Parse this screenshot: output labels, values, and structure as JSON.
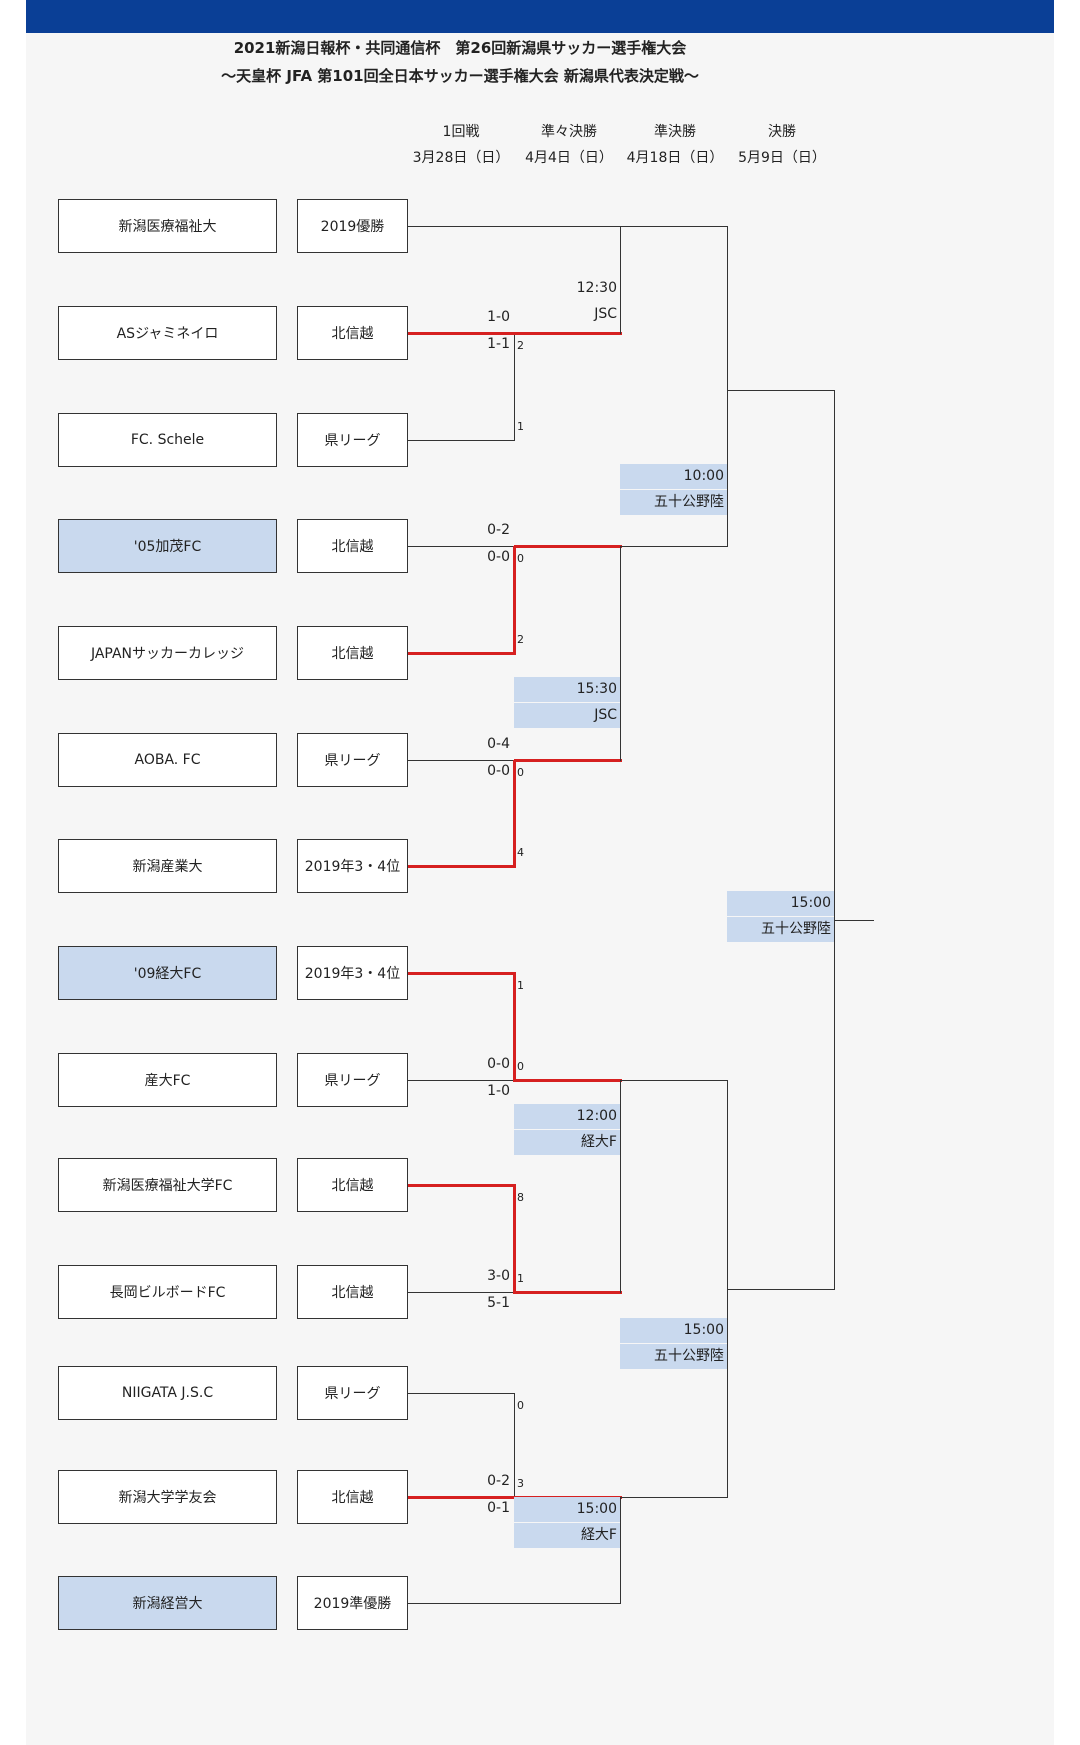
{
  "title_line1": "2021新潟日報杯・共同通信杯　第26回新潟県サッカー選手権大会",
  "title_line2": "～天皇杯 JFA 第101回全日本サッカー選手権大会 新潟県代表決定戦～",
  "rounds": [
    {
      "name": "1回戦",
      "date": "3月28日（日）"
    },
    {
      "name": "準々決勝",
      "date": "4月4日（日）"
    },
    {
      "name": "準決勝",
      "date": "4月18日（日）"
    },
    {
      "name": "決勝",
      "date": "5月9日（日）"
    }
  ],
  "teams": [
    {
      "name": "新潟医療福祉大",
      "qualifier": "2019優勝",
      "highlight": false
    },
    {
      "name": "ASジャミネイロ",
      "qualifier": "北信越",
      "highlight": false
    },
    {
      "name": "FC. Schele",
      "qualifier": "県リーグ",
      "highlight": false
    },
    {
      "name": "'05加茂FC",
      "qualifier": "北信越",
      "highlight": true
    },
    {
      "name": "JAPANサッカーカレッジ",
      "qualifier": "北信越",
      "highlight": false
    },
    {
      "name": "AOBA. FC",
      "qualifier": "県リーグ",
      "highlight": false
    },
    {
      "name": "新潟産業大",
      "qualifier": "2019年3・4位",
      "highlight": false
    },
    {
      "name": "'09経大FC",
      "qualifier": "2019年3・4位",
      "highlight": true
    },
    {
      "name": "産大FC",
      "qualifier": "県リーグ",
      "highlight": false
    },
    {
      "name": "新潟医療福祉大学FC",
      "qualifier": "北信越",
      "highlight": false
    },
    {
      "name": "長岡ビルボードFC",
      "qualifier": "北信越",
      "highlight": false
    },
    {
      "name": "NIIGATA J.S.C",
      "qualifier": "県リーグ",
      "highlight": false
    },
    {
      "name": "新潟大学学友会",
      "qualifier": "北信越",
      "highlight": false
    },
    {
      "name": "新潟経営大",
      "qualifier": "2019準優勝",
      "highlight": true
    }
  ],
  "first_round": [
    {
      "half1": "1-0",
      "half2": "1-1",
      "pk_top": "2",
      "pk_bottom": "1"
    },
    {
      "half1": "0-2",
      "half2": "0-0",
      "pk_top": "0",
      "pk_bottom": "2"
    },
    {
      "half1": "0-4",
      "half2": "0-0",
      "pk_top": "0",
      "pk_bottom": "4"
    },
    {
      "half1": "0-0",
      "half2": "1-0",
      "pk_top": "1",
      "pk_bottom": "0"
    },
    {
      "half1": "3-0",
      "half2": "5-1",
      "pk_top": "8",
      "pk_bottom": "1"
    },
    {
      "half1": "0-2",
      "half2": "0-1",
      "pk_top": "0",
      "pk_bottom": "3"
    }
  ],
  "quarterfinals": [
    {
      "time": "12:30",
      "venue": "JSC"
    },
    {
      "time": "15:30",
      "venue": "JSC"
    },
    {
      "time": "12:00",
      "venue": "経大F"
    },
    {
      "time": "15:00",
      "venue": "経大F"
    }
  ],
  "semifinals": [
    {
      "time": "10:00",
      "venue": "五十公野陸"
    },
    {
      "time": "15:00",
      "venue": "五十公野陸"
    }
  ],
  "final": {
    "time": "15:00",
    "venue": "五十公野陸"
  },
  "colors": {
    "header_bar": "#0a3f96",
    "winner_line": "#d62020",
    "highlight_fill": "#c9d9ee",
    "panel": "#f6f6f6"
  }
}
